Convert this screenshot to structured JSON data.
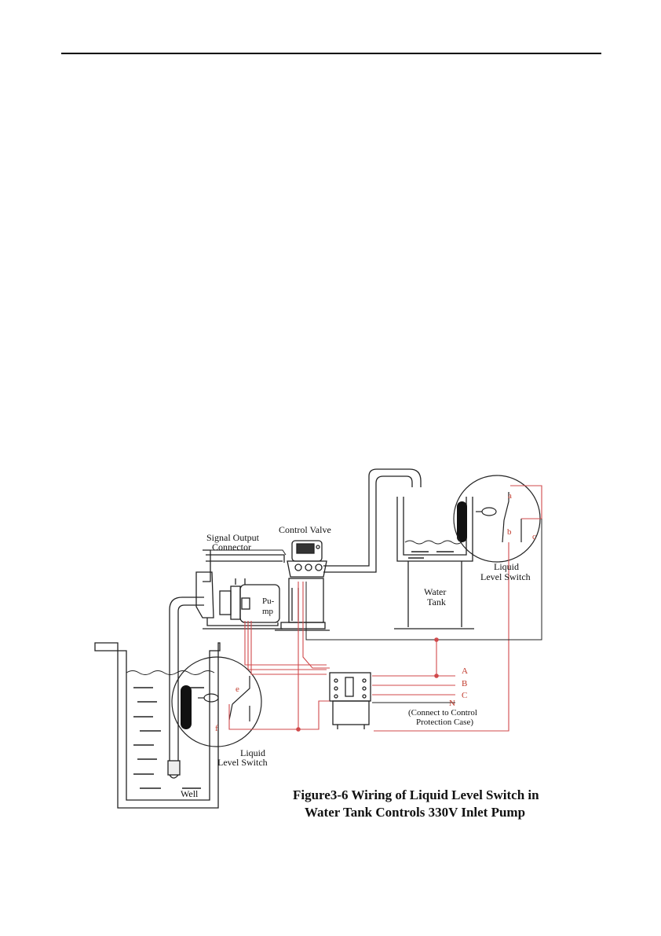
{
  "labels": {
    "control_valve": "Control Valve",
    "signal_output_1": "Signal Output",
    "signal_output_2": "Connector",
    "pump_1": "Pu-",
    "pump_2": "mp",
    "water_tank_1": "Water",
    "water_tank_2": "Tank",
    "well": "Well",
    "tank_switch_1": "Liquid",
    "tank_switch_2": "Level Switch",
    "well_switch_1": "Liquid",
    "well_switch_2": "Level Switch",
    "connect_1": "(Connect to Control",
    "connect_2": "Protection Case)"
  },
  "terminals": {
    "a": "a",
    "b": "b",
    "c": "c",
    "e": "e",
    "f": "f",
    "A": "A",
    "B": "B",
    "C": "C",
    "N": "N"
  },
  "caption": {
    "line1": "Figure3-6 Wiring of Liquid Level Switch in",
    "line2": "Water Tank Controls 330V Inlet Pump"
  },
  "colors": {
    "wire": "#d0494b",
    "line": "#222222"
  }
}
